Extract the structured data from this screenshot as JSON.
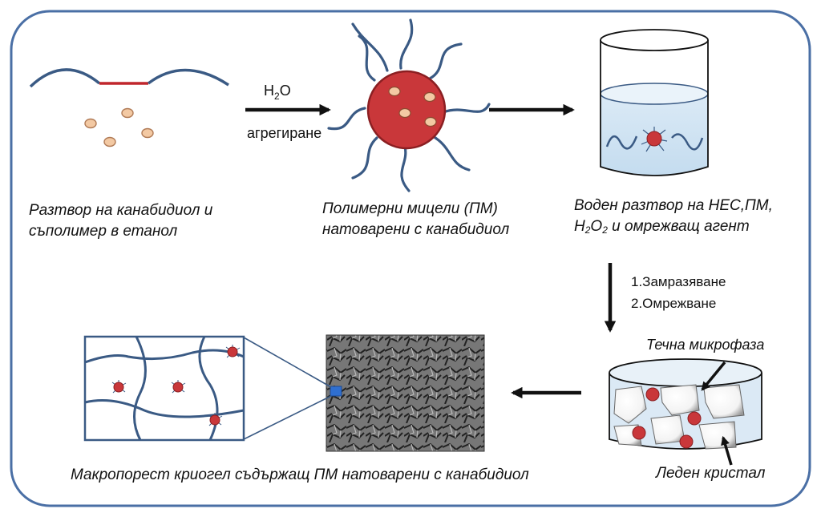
{
  "colors": {
    "frame": "#4a6fa5",
    "chain": "#3a5a84",
    "micelle_core": "#c9373a",
    "micelle_rim": "#8b1f22",
    "drug_particle": "#f3c9a3",
    "water": "#cfe3f3",
    "copolymer_block": "#c0262c"
  },
  "arrow1": {
    "reagent_main": "H",
    "reagent_sub": "2",
    "reagent_tail": "O",
    "label": "агрегиране"
  },
  "captions": {
    "solution": {
      "line1": "Разтвор на канабидиол и",
      "line2": "съполимер в етанол"
    },
    "micelles": {
      "line1": "Полимерни мицели (ПМ)",
      "line2": "натоварени с канабидиол"
    },
    "aqueous": {
      "line1": "Воден разтвор на НЕС,ПМ,",
      "line2_a": "H",
      "line2_sub1": "2",
      "line2_b": "O",
      "line2_sub2": "2",
      "line2_c": " и омрежващ агент"
    },
    "liquid_microphase": "Течна микрофаза",
    "ice_crystal": "Леден кристал",
    "cryogel": "Макропорест криогел съдържащ ПМ натоварени с канабидиол"
  },
  "steps": {
    "freeze": "1.Замразяване",
    "crosslink": "2.Омрежване"
  },
  "icons": [
    "arrow-right-icon",
    "arrow-down-icon",
    "arrow-left-icon",
    "micelle-icon",
    "beaker-icon",
    "sem-image-icon"
  ]
}
